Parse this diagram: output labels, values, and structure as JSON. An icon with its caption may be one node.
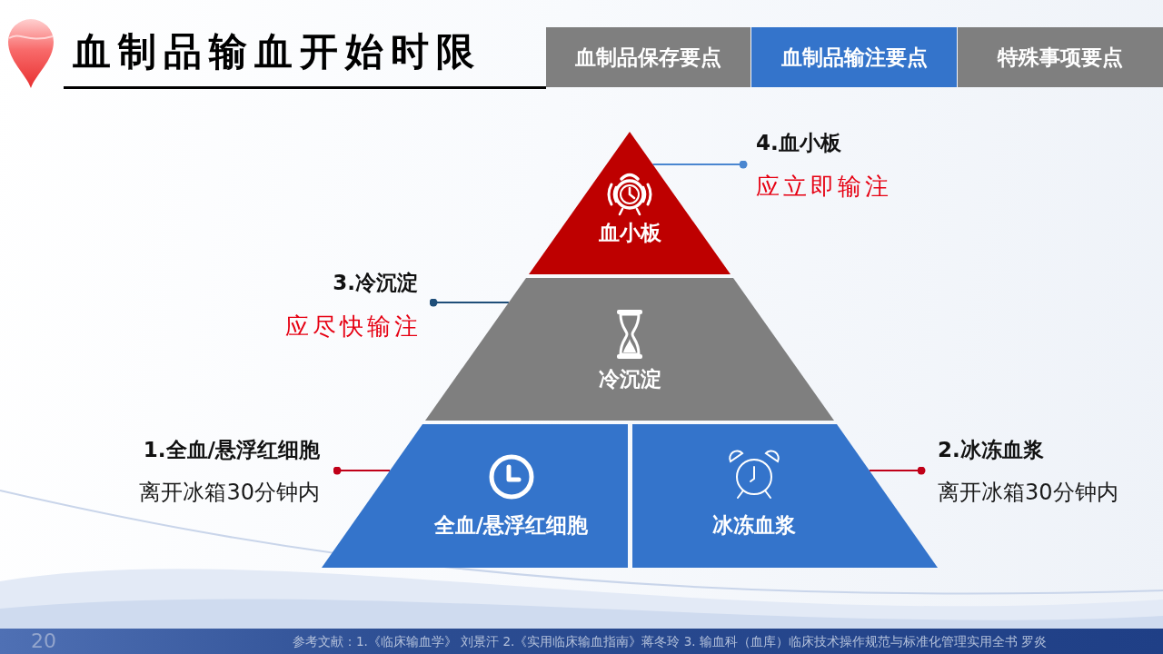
{
  "diagram": {
    "title": "血制品**输血开始**时限",
    "nodes": [
      {
        "text": [
          "血制品保存要点"
        ]
      },
      {
        "text": [
          "血制品输注要点"
        ]
      },
      {
        "text": [
          "特殊事项要点"
        ]
      },
      {
        "text": [
          "4.血小板",
          "应立即输注"
        ]
      },
      {
        "text": [
          "血小板"
        ]
      },
      {
        "text": [
          "3.冷沉淀",
          "应尽快输注"
        ]
      },
      {
        "text": [
          "冷沉淀"
        ]
      },
      {
        "text": [
          "1.全血/悬浮红细胞",
          "离开冰箱30分钟内"
        ]
      },
      {
        "text": [
          "全血/悬浮红细胞"
        ]
      },
      {
        "text": [
          "冰冻血浆"
        ]
      },
      {
        "text": [
          "2.冰冻血浆",
          "离开冰箱30分钟内"
        ]
      }
    ],
    "edges": [
      {
        "from": 3,
        "to": 4,
        "arrow": "other",
        "color": "#4a86d0"
      },
      {
        "from": 5,
        "to": 6,
        "arrow": "other",
        "color": "#1f4e79"
      },
      {
        "from": 7,
        "to": 8,
        "arrow": "other",
        "color": "#c00018"
      },
      {
        "from": 10,
        "to": 9,
        "arrow": "other",
        "color": "#c00018"
      }
    ],
    "labels": [
      "20",
      "参考文献：1.《临床输血学》 刘景汗 2.《实用临床输血指南》蒋冬玲 3. 输血科（血库）临床技术操作规范与标准化管理实用全书 罗炎"
    ]
  }
}
